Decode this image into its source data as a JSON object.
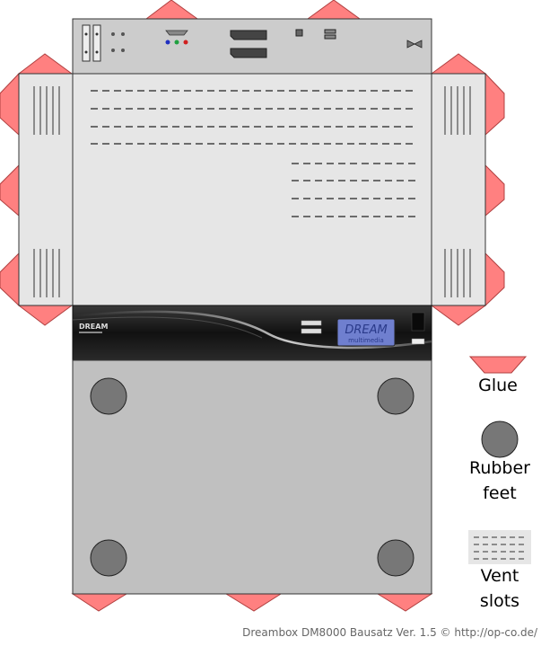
{
  "legend": {
    "glue_label": "Glue",
    "feet_label_line1": "Rubber",
    "feet_label_line2": "feet",
    "vent_label_line1": "Vent",
    "vent_label_line2": "slots"
  },
  "front_panel": {
    "brand_logo_text": "DREAM",
    "display_line1": "DREAM",
    "display_line2": "multimedia"
  },
  "credit": "Dreambox DM8000 Bausatz Ver. 1.5 © http://op-co.de/",
  "colors": {
    "glue": "#ff8080",
    "glue_stroke": "#b04040",
    "panel_light": "#e6e6e6",
    "panel_dark": "#c0c0c0",
    "back_panel": "#cccccc",
    "foot": "#777777",
    "front_black": "#1a1a1a",
    "display": "#6f7fcf"
  }
}
